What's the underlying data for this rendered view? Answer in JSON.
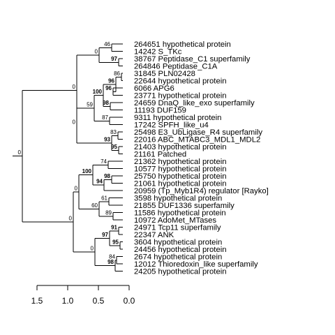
{
  "tree": {
    "tips": [
      "264651 hypothetical protein",
      "14242 S_TKc",
      "38767 Peptidase_C1 superfamily",
      "264846 Peptidase_C1A",
      "31845 PLN02428",
      "22644 hypothetical protein",
      "6066 APG6",
      "23771 hypothetical protein",
      "24659 DnaQ_like_exo superfamily",
      "11193 DUF159",
      "9311 hypothetical protein",
      "17242 SPFH_like_u4",
      "25498 E3_UbLigase_R4 superfamily",
      "22016 ABC_MTABC3_MDL1_MDL2",
      "21403 hypothetical protein",
      "21161 Patched",
      "21362 hypothetical protein",
      "10577 hypothetical protein",
      "25750 hypothetical protein",
      "21061 hypothetical protein",
      "20959 (Tp_Myb1R4) regulator [Rayko]",
      "3598 hypothetical protein",
      "21855 DUF1336 superfamily",
      "11586 hypothetical protein",
      "10972 AdoMet_MTases",
      "24971 Tcp11 superfamily",
      "22347 ANK",
      "3604 hypothetical protein",
      "24456 hypothetical protein",
      "2674 hypothetical protein",
      "12012 Thioredoxin_like superfamily",
      "24205 hypothetical protein"
    ],
    "support": [
      {
        "value": "0",
        "bold": false
      },
      {
        "value": "0",
        "bold": false
      },
      {
        "value": "0",
        "bold": false
      },
      {
        "value": "46",
        "bold": false
      },
      {
        "value": "97",
        "bold": true
      },
      {
        "value": "0",
        "bold": false
      },
      {
        "value": "59",
        "bold": false
      },
      {
        "value": "100",
        "bold": true
      },
      {
        "value": "96",
        "bold": true
      },
      {
        "value": "86",
        "bold": false
      },
      {
        "value": "96",
        "bold": true
      },
      {
        "value": "98",
        "bold": true
      },
      {
        "value": "87",
        "bold": false
      },
      {
        "value": "93",
        "bold": true
      },
      {
        "value": "83",
        "bold": false
      },
      {
        "value": "95",
        "bold": true
      },
      {
        "value": "0",
        "bold": false
      },
      {
        "value": "0",
        "bold": false
      },
      {
        "value": "100",
        "bold": true
      },
      {
        "value": "74",
        "bold": false
      },
      {
        "value": "94",
        "bold": true
      },
      {
        "value": "98",
        "bold": true
      },
      {
        "value": "60",
        "bold": false
      },
      {
        "value": "61",
        "bold": false
      },
      {
        "value": "89",
        "bold": false
      },
      {
        "value": "0",
        "bold": false
      },
      {
        "value": "97",
        "bold": true
      },
      {
        "value": "91",
        "bold": true
      },
      {
        "value": "95",
        "bold": true
      },
      {
        "value": "98",
        "bold": true
      },
      {
        "value": "84",
        "bold": false
      }
    ],
    "scale": {
      "ticks": [
        "1.5",
        "1.0",
        "0.5",
        "0.0"
      ]
    }
  }
}
